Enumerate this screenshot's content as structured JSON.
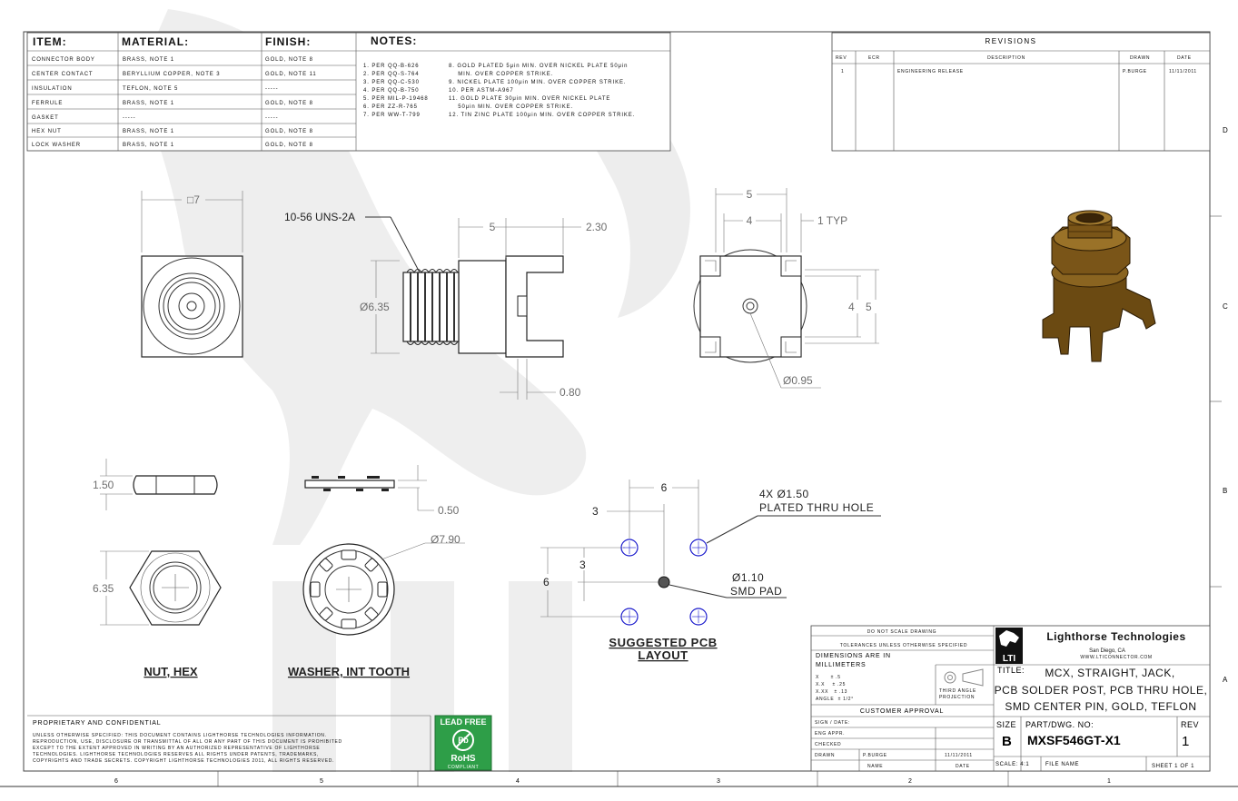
{
  "bom": {
    "headers": {
      "item": "ITEM:",
      "material": "MATERIAL:",
      "finish": "FINISH:",
      "notes": "NOTES:"
    },
    "rows": [
      {
        "item": "CONNECTOR BODY",
        "material": "BRASS, NOTE 1",
        "finish": "GOLD, NOTE 8"
      },
      {
        "item": "CENTER CONTACT",
        "material": "BERYLLIUM COPPER, NOTE 3",
        "finish": "GOLD, NOTE 11"
      },
      {
        "item": "INSULATION",
        "material": "TEFLON, NOTE 5",
        "finish": "-----"
      },
      {
        "item": "FERRULE",
        "material": "BRASS, NOTE 1",
        "finish": "GOLD, NOTE 8"
      },
      {
        "item": "GASKET",
        "material": "-----",
        "finish": "-----"
      },
      {
        "item": "HEX NUT",
        "material": "BRASS, NOTE 1",
        "finish": "GOLD, NOTE 8"
      },
      {
        "item": "LOCK WASHER",
        "material": "BRASS, NOTE 1",
        "finish": "GOLD, NOTE 8"
      }
    ],
    "notes_left": [
      "1. PER QQ-B-626",
      "2. PER QQ-S-764",
      "3. PER QQ-C-530",
      "4. PER QQ-B-750",
      "5. PER MIL-P-19468",
      "6. PER ZZ-R-765",
      "7. PER WW-T-799"
    ],
    "notes_right": [
      "8. GOLD PLATED 5μin MIN. OVER NICKEL PLATE 50μin",
      "    MIN. OVER COPPER STRIKE.",
      "9. NICKEL PLATE 100μin MIN. OVER COPPER STRIKE.",
      "10. PER ASTM-A967",
      "11. GOLD PLATE 30μin MIN. OVER NICKEL PLATE",
      "    50μin MIN. OVER COPPER STRIKE.",
      "12. TIN ZINC PLATE 100μin MIN. OVER COPPER STRIKE."
    ]
  },
  "revisions": {
    "title": "REVISIONS",
    "headers": {
      "rev": "REV",
      "ecr": "ECR",
      "description": "DESCRIPTION",
      "drawn": "DRAWN",
      "date": "DATE"
    },
    "row": {
      "rev": "1",
      "ecr": "",
      "description": "ENGINEERING RELEASE",
      "drawn": "P.BURGE",
      "date": "11/11/2011"
    }
  },
  "border": {
    "right_letters": [
      "D",
      "C",
      "B",
      "A"
    ],
    "bottom_numbers": [
      "6",
      "5",
      "4",
      "3",
      "2",
      "1"
    ]
  },
  "views": {
    "front_dim": "□7",
    "thread": "10-56 UNS-2A",
    "dim_5": "5",
    "dim_230": "2.30",
    "dim_635": "Ø6.35",
    "dim_080": "0.80",
    "top_5": "5",
    "top_4": "4",
    "top_1typ": "1 TYP",
    "side_4": "4",
    "side_5": "5",
    "dim_095": "Ø0.95",
    "nut_150": "1.50",
    "nut_635": "6.35",
    "washer_050": "0.50",
    "washer_790": "Ø7.90",
    "nut_label": "NUT, HEX",
    "washer_label": "WASHER, INT TOOTH"
  },
  "pcb": {
    "dim_6_top": "6",
    "dim_3_top": "3",
    "dim_3_left": "3",
    "dim_6_left": "6",
    "hole_callout_1": "4X Ø1.50",
    "hole_callout_2": "PLATED THRU HOLE",
    "pad_callout_1": "Ø1.10",
    "pad_callout_2": "SMD PAD",
    "label_1": "SUGGESTED PCB",
    "label_2": "LAYOUT"
  },
  "title_block": {
    "do_not_scale": "DO NOT SCALE DRAWING",
    "tolerances": "TOLERANCES UNLESS OTHERWISE SPECIFIED",
    "dims_line1": "DIMENSIONS ARE IN",
    "dims_line2": "MILLIMETERS",
    "tol_x": "X      ± .5",
    "tol_xx": "X.X    ± .25",
    "tol_xxx": "X.XX   ± .13",
    "tol_angle": "ANGLE  ± 1/2°",
    "projection_1": "THIRD ANGLE",
    "projection_2": "PROJECTION",
    "customer_approval": "CUSTOMER APPROVAL",
    "sign_date": "SIGN / DATE:",
    "eng_appr": "ENG APPR.",
    "checked": "CHECKED",
    "drawn": "DRAWN",
    "drawn_by": "P.BURGE",
    "drawn_date": "11/11/2011",
    "name_hdr": "NAME",
    "date_hdr": "DATE",
    "company": "Lighthorse Technologies",
    "city": "San Diego, CA",
    "website": "WWW.LTICONNECTOR.COM",
    "logo_text": "LTI",
    "title_label": "TITLE:",
    "title_1": "MCX, STRAIGHT, JACK,",
    "title_2": "PCB SOLDER POST, PCB THRU HOLE,",
    "title_3": "SMD CENTER PIN, GOLD, TEFLON",
    "size_label": "SIZE",
    "size": "B",
    "part_label": "PART/DWG. NO:",
    "part_no": "MXSF546GT-X1",
    "rev_label": "REV",
    "rev": "1",
    "scale": "SCALE: 4:1",
    "file_name": "FILE NAME",
    "sheet": "SHEET 1 OF 1"
  },
  "proprietary": {
    "title": "PROPRIETARY AND CONFIDENTIAL",
    "lines": [
      "UNLESS OTHERWISE SPECIFIED: THIS DOCUMENT CONTAINS LIGHTHORSE TECHNOLOGIES INFORMATION.",
      "REPRODUCTION, USE, DISCLOSURE OR TRANSMITTAL OF ALL OR ANY PART OF THIS DOCUMENT IS PROHIBITED",
      "EXCEPT TO THE EXTENT APPROVED IN WRITING BY AN AUTHORIZED REPRESENTATIVE OF LIGHTHORSE",
      "TECHNOLOGIES. LIGHTHORSE TECHNOLOGIES RESERVES ALL RIGHTS UNDER PATENTS, TRADEMARKS,",
      "COPYRIGHTS AND TRADE SECRETS. COPYRIGHT LIGHTHORSE TECHNOLOGIES 2011, ALL RIGHTS RESERVED."
    ]
  },
  "rohs": {
    "lead_free": "LEAD FREE",
    "pb": "Pb",
    "rohs": "RoHS",
    "compliant": "COMPLIANT"
  },
  "colors": {
    "hole": "#1a1acc",
    "rohs_green": "#2e9e48",
    "model_gold": "#6b4a12",
    "watermark": "#e9e9e9"
  }
}
